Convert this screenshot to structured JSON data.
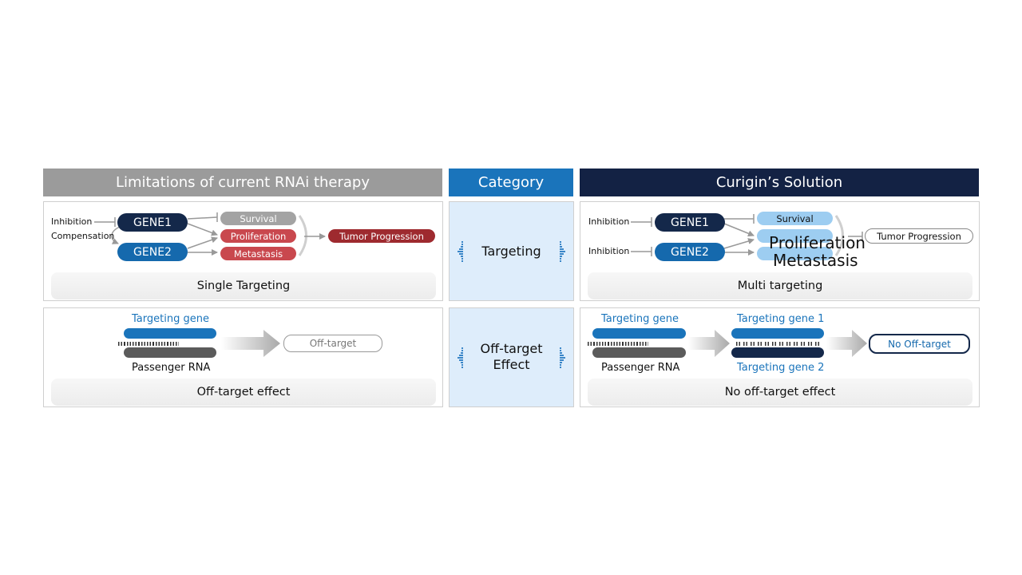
{
  "headers": {
    "left": "Limitations of current RNAi therapy",
    "middle": "Category",
    "right": "Curigin’s Solution"
  },
  "categories": {
    "targeting": "Targeting",
    "off_target_line1": "Off-target",
    "off_target_line2": "Effect"
  },
  "single_targeting": {
    "inhibition": "Inhibition",
    "compensation": "Compensation",
    "gene1": "GENE1",
    "gene2": "GENE2",
    "survival": "Survival",
    "proliferation": "Proliferation",
    "metastasis": "Metastasis",
    "tumor_progression": "Tumor Progression",
    "caption": "Single Targeting"
  },
  "multi_targeting": {
    "inhibition1": "Inhibition",
    "inhibition2": "Inhibition",
    "gene1": "GENE1",
    "gene2": "GENE2",
    "survival": "Survival",
    "proliferation": "Proliferation",
    "metastasis": "Metastasis",
    "tumor_progression": "Tumor Progression",
    "caption": "Multi targeting"
  },
  "off_target_left": {
    "targeting_gene": "Targeting gene",
    "passenger_rna": "Passenger RNA",
    "off_target": "Off-target",
    "caption": "Off-target effect"
  },
  "off_target_right": {
    "targeting_gene": "Targeting gene",
    "passenger_rna": "Passenger RNA",
    "targeting_gene_1": "Targeting gene 1",
    "targeting_gene_2": "Targeting gene 2",
    "no_off_target": "No Off-target",
    "caption": "No off-target effect"
  },
  "colors": {
    "header_gray": "#9b9b9b",
    "header_blue": "#1a74bb",
    "header_navy": "#132244",
    "gene_navy": "#14284a",
    "gene_blue": "#1569ad",
    "red": "#c9484e",
    "dark_red": "#9e2a2f",
    "light_blue": "#9dcdf1"
  }
}
